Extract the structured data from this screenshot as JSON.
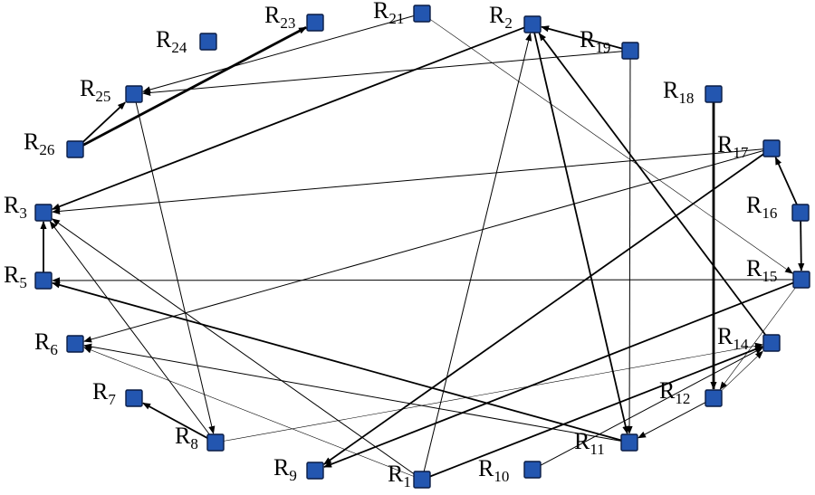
{
  "diagram": {
    "nodes": [
      {
        "id": "R1",
        "base": "R",
        "sub": "1"
      },
      {
        "id": "R2",
        "base": "R",
        "sub": "2"
      },
      {
        "id": "R3",
        "base": "R",
        "sub": "3"
      },
      {
        "id": "R5",
        "base": "R",
        "sub": "5"
      },
      {
        "id": "R6",
        "base": "R",
        "sub": "6"
      },
      {
        "id": "R7",
        "base": "R",
        "sub": "7"
      },
      {
        "id": "R8",
        "base": "R",
        "sub": "8"
      },
      {
        "id": "R9",
        "base": "R",
        "sub": "9"
      },
      {
        "id": "R10",
        "base": "R",
        "sub": "10"
      },
      {
        "id": "R11",
        "base": "R",
        "sub": "11"
      },
      {
        "id": "R12",
        "base": "R",
        "sub": "12"
      },
      {
        "id": "R14",
        "base": "R",
        "sub": "14"
      },
      {
        "id": "R15",
        "base": "R",
        "sub": "15"
      },
      {
        "id": "R16",
        "base": "R",
        "sub": "16"
      },
      {
        "id": "R17",
        "base": "R",
        "sub": "17"
      },
      {
        "id": "R18",
        "base": "R",
        "sub": "18"
      },
      {
        "id": "R19",
        "base": "R",
        "sub": "19"
      },
      {
        "id": "R21",
        "base": "R",
        "sub": "21"
      },
      {
        "id": "R23",
        "base": "R",
        "sub": "23"
      },
      {
        "id": "R24",
        "base": "R",
        "sub": "24"
      },
      {
        "id": "R25",
        "base": "R",
        "sub": "25"
      },
      {
        "id": "R26",
        "base": "R",
        "sub": "26"
      }
    ],
    "edges": [
      {
        "from": "R26",
        "to": "R23",
        "weight": "heavy"
      },
      {
        "from": "R26",
        "to": "R25",
        "weight": "medium"
      },
      {
        "from": "R21",
        "to": "R25",
        "weight": "thin"
      },
      {
        "from": "R19",
        "to": "R25",
        "weight": "thin"
      },
      {
        "from": "R19",
        "to": "R2",
        "weight": "medium"
      },
      {
        "from": "R19",
        "to": "R11",
        "weight": "thin"
      },
      {
        "from": "R2",
        "to": "R3",
        "weight": "medium"
      },
      {
        "from": "R2",
        "to": "R11",
        "weight": "medium"
      },
      {
        "from": "R14",
        "to": "R2",
        "weight": "medium"
      },
      {
        "from": "R1",
        "to": "R2",
        "weight": "thin"
      },
      {
        "from": "R21",
        "to": "R15",
        "weight": "hair"
      },
      {
        "from": "R17",
        "to": "R3",
        "weight": "thin"
      },
      {
        "from": "R17",
        "to": "R6",
        "weight": "thin"
      },
      {
        "from": "R17",
        "to": "R9",
        "weight": "medium"
      },
      {
        "from": "R16",
        "to": "R17",
        "weight": "medium"
      },
      {
        "from": "R16",
        "to": "R15",
        "weight": "medium"
      },
      {
        "from": "R18",
        "to": "R12",
        "weight": "heavy"
      },
      {
        "from": "R15",
        "to": "R5",
        "weight": "thin"
      },
      {
        "from": "R15",
        "to": "R9",
        "weight": "medium"
      },
      {
        "from": "R15",
        "to": "R12",
        "weight": "hair"
      },
      {
        "from": "R5",
        "to": "R3",
        "weight": "medium"
      },
      {
        "from": "R11",
        "to": "R5",
        "weight": "medium"
      },
      {
        "from": "R11",
        "to": "R6",
        "weight": "thin"
      },
      {
        "from": "R1",
        "to": "R3",
        "weight": "thin"
      },
      {
        "from": "R1",
        "to": "R6",
        "weight": "hair"
      },
      {
        "from": "R8",
        "to": "R3",
        "weight": "thin"
      },
      {
        "from": "R8",
        "to": "R7",
        "weight": "medium"
      },
      {
        "from": "R25",
        "to": "R8",
        "weight": "thin"
      },
      {
        "from": "R1",
        "to": "R14",
        "weight": "medium"
      },
      {
        "from": "R8",
        "to": "R14",
        "weight": "hair"
      },
      {
        "from": "R12",
        "to": "R11",
        "weight": "thin"
      },
      {
        "from": "R10",
        "to": "R14",
        "weight": "thin"
      },
      {
        "from": "R12",
        "to": "R14",
        "weight": "hair"
      }
    ]
  }
}
